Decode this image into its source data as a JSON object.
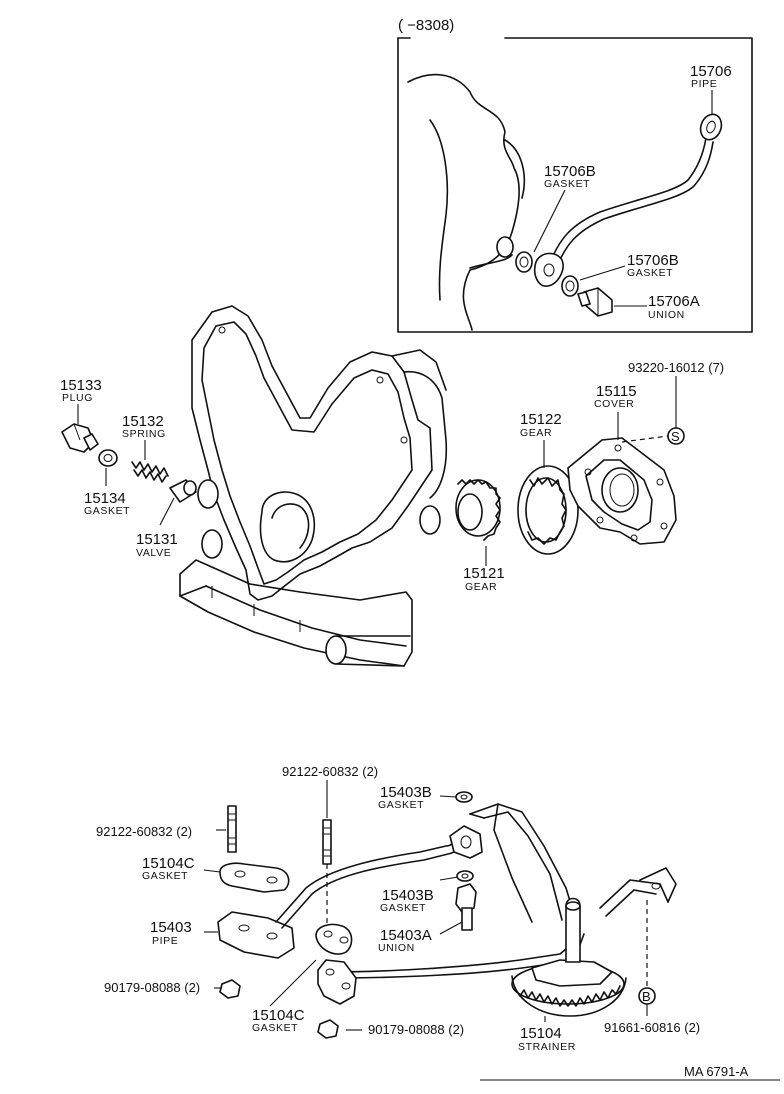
{
  "inset": {
    "date_range": "(      −8308)"
  },
  "labels": {
    "p15706": {
      "number": "15706",
      "name": "PIPE"
    },
    "p15706b_upper": {
      "number": "15706B",
      "name": "GASKET"
    },
    "p15706b_lower": {
      "number": "15706B",
      "name": "GASKET"
    },
    "p15706a": {
      "number": "15706A",
      "name": "UNION"
    },
    "p15133": {
      "number": "15133",
      "name": "PLUG"
    },
    "p15132": {
      "number": "15132",
      "name": "SPRING"
    },
    "p15134": {
      "number": "15134",
      "name": "GASKET"
    },
    "p15131": {
      "number": "15131",
      "name": "VALVE"
    },
    "p93220": {
      "number": "93220-16012 (7)"
    },
    "p15115": {
      "number": "15115",
      "name": "COVER"
    },
    "p15122": {
      "number": "15122",
      "name": "GEAR"
    },
    "p15121": {
      "number": "15121",
      "name": "GEAR"
    },
    "p92122_top": {
      "number": "92122-60832 (2)"
    },
    "p92122_left": {
      "number": "92122-60832 (2)"
    },
    "p15403b_upper": {
      "number": "15403B",
      "name": "GASKET"
    },
    "p15104c_upper": {
      "number": "15104C",
      "name": "GASKET"
    },
    "p15403b_lower": {
      "number": "15403B",
      "name": "GASKET"
    },
    "p15403": {
      "number": "15403",
      "name": "PIPE"
    },
    "p15403a": {
      "number": "15403A",
      "name": "UNION"
    },
    "p90179_left": {
      "number": "90179-08088 (2)"
    },
    "p15104c_lower": {
      "number": "15104C",
      "name": "GASKET"
    },
    "p90179_bottom": {
      "number": "90179-08088 (2)"
    },
    "p15104": {
      "number": "15104",
      "name": "STRAINER"
    },
    "p91661": {
      "number": "91661-60816 (2)"
    }
  },
  "markers": {
    "s": "S",
    "b": "B"
  },
  "footer": {
    "code": "MA  6791-A"
  }
}
